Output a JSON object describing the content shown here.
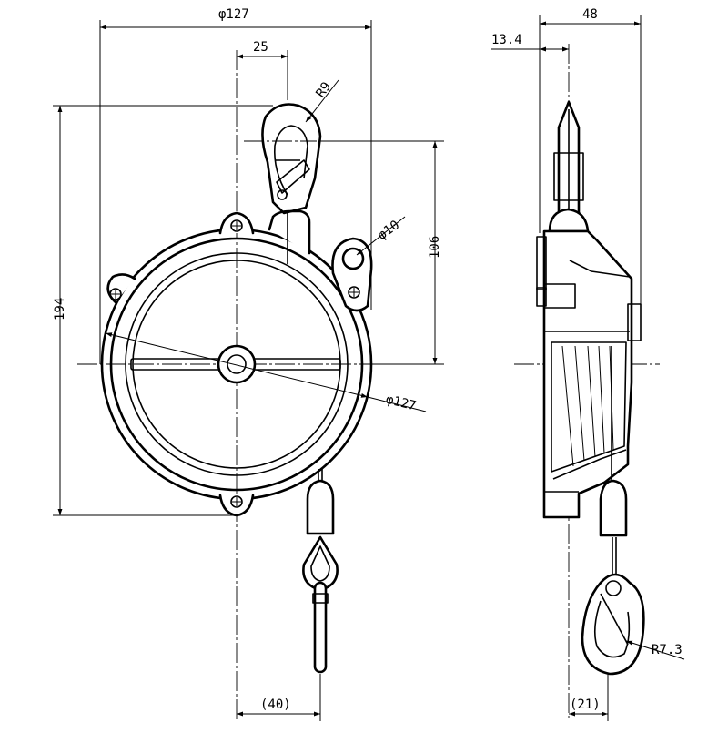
{
  "dimensions": {
    "front_width": "φ127",
    "hook_offset": "25",
    "hook_radius": "R9",
    "eye_hole": "φ10",
    "eye_height": "106",
    "overall_height": "194",
    "drum_diameter": "φ127",
    "cable_offset": "(40)",
    "side_width": "48",
    "side_hook_offset": "13.4",
    "snap_hook_radius": "R7.3",
    "side_cable_offset": "(21)"
  }
}
